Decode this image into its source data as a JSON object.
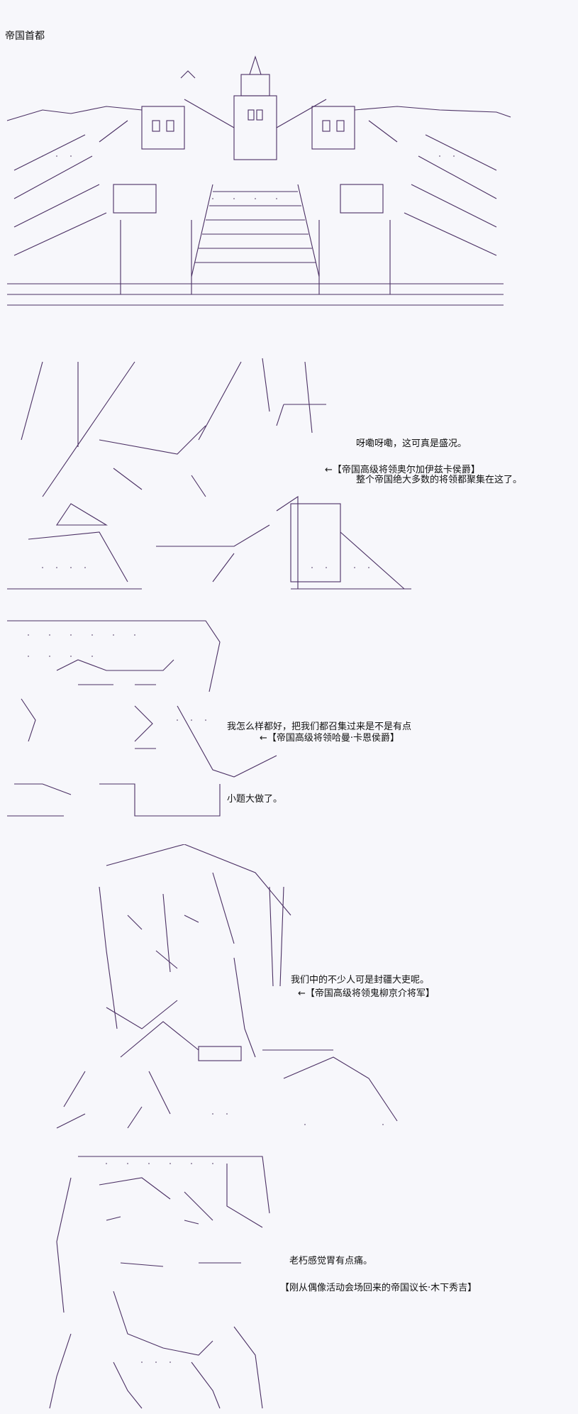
{
  "title": "帝国首都",
  "scenes": [
    {
      "speech": [
        "呀嘞呀嘞，这可真是盛况。",
        "整个帝国绝大多数的将领都聚集在这了。"
      ],
      "caption": "←【帝国高级将领奥尔加伊兹卡侯爵】"
    },
    {
      "speech": [
        "我怎么样都好，把我们都召集过来是不是有点",
        "小题大做了。"
      ],
      "caption": "←【帝国高级将领哈曼·卡恩侯爵】"
    },
    {
      "speech": [
        "我们中的不少人可是封疆大吏呢。"
      ],
      "caption": "←【帝国高级将领鬼柳京介将军】"
    },
    {
      "speech": [
        "老朽感觉胃有点痛。"
      ],
      "caption": "【刚从偶像活动会场回来的帝国议长·木下秀吉】"
    }
  ]
}
